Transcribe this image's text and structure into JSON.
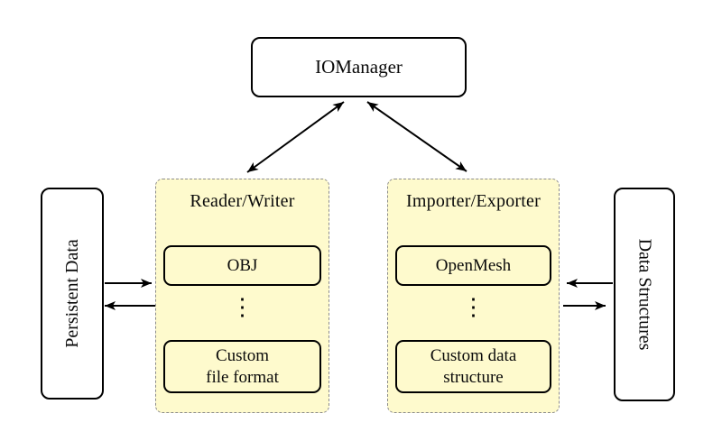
{
  "colors": {
    "background": "#FFFFFF",
    "panel_fill": "#FEFACD",
    "panel_border": "#8C8C8C",
    "node_fill": "#FFFFFF",
    "stroke": "#000000"
  },
  "iomanager": {
    "label": "IOManager"
  },
  "persistent_data": {
    "label": "Persistent Data"
  },
  "data_structures": {
    "label": "Data Structures"
  },
  "reader_writer": {
    "title": "Reader/Writer",
    "top_item": "OBJ",
    "ellipsis": "⋮",
    "bottom_item_line1": "Custom",
    "bottom_item_line2": "file format"
  },
  "importer_exporter": {
    "title": "Importer/Exporter",
    "top_item": "OpenMesh",
    "ellipsis": "⋮",
    "bottom_item_line1": "Custom data",
    "bottom_item_line2": "structure"
  }
}
